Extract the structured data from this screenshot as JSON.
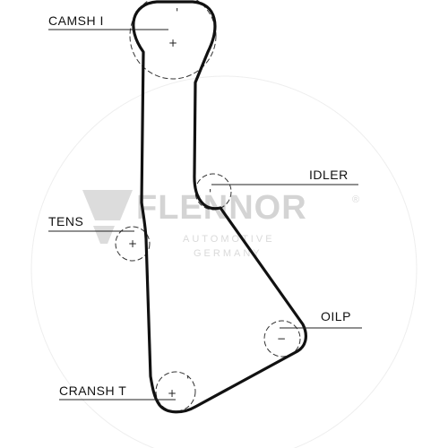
{
  "labels": {
    "camshaft": "CAMSH I",
    "idler": "IDLER",
    "tensioner": "TENS",
    "oil_pump": "OILP",
    "crankshaft": "CRANSH T"
  },
  "watermark": {
    "brand": "FLENNOR",
    "registered": "®",
    "line1": "AUTOMOTIVE",
    "line2": "GERMANY"
  },
  "marks": {
    "plus": "+",
    "minus": "−",
    "tick": "'"
  }
}
